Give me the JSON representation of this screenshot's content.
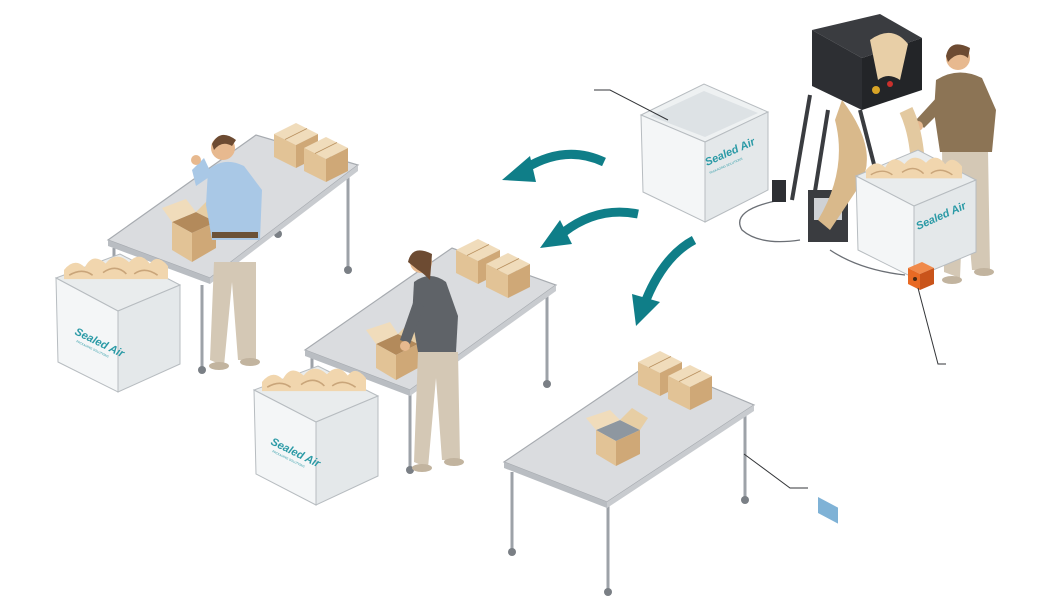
{
  "scene": {
    "brand_name": "Sealed Air",
    "brand_tagline": "PACKAGING SOLUTIONS",
    "colors": {
      "arrow": "#0f7e88",
      "brand_text": "#2b9aa6",
      "cardboard": "#e8cfa7",
      "cardboard_dark": "#c9a57a",
      "cardboard_mid": "#d9b98b",
      "table_top": "#dadcdf",
      "table_edge": "#a7abb0",
      "bin": "#f4f6f7",
      "machine": "#2d2f33",
      "pedal": "#e86a24",
      "shirt_blue": "#a9c8e6",
      "shirt_grey": "#5f6368",
      "shirt_brown": "#8c7455",
      "pants": "#d4c8b5",
      "skin": "#e7b98f",
      "hair": "#6d4b32"
    },
    "workstations": [
      {
        "id": "station-1"
      },
      {
        "id": "station-2"
      },
      {
        "id": "station-3"
      }
    ],
    "callouts": [
      {
        "id": "bin-callout"
      },
      {
        "id": "pedal-callout"
      },
      {
        "id": "table-callout"
      }
    ],
    "arrows": [
      {
        "id": "to-station-1"
      },
      {
        "id": "to-station-2"
      },
      {
        "id": "to-station-3"
      }
    ]
  }
}
